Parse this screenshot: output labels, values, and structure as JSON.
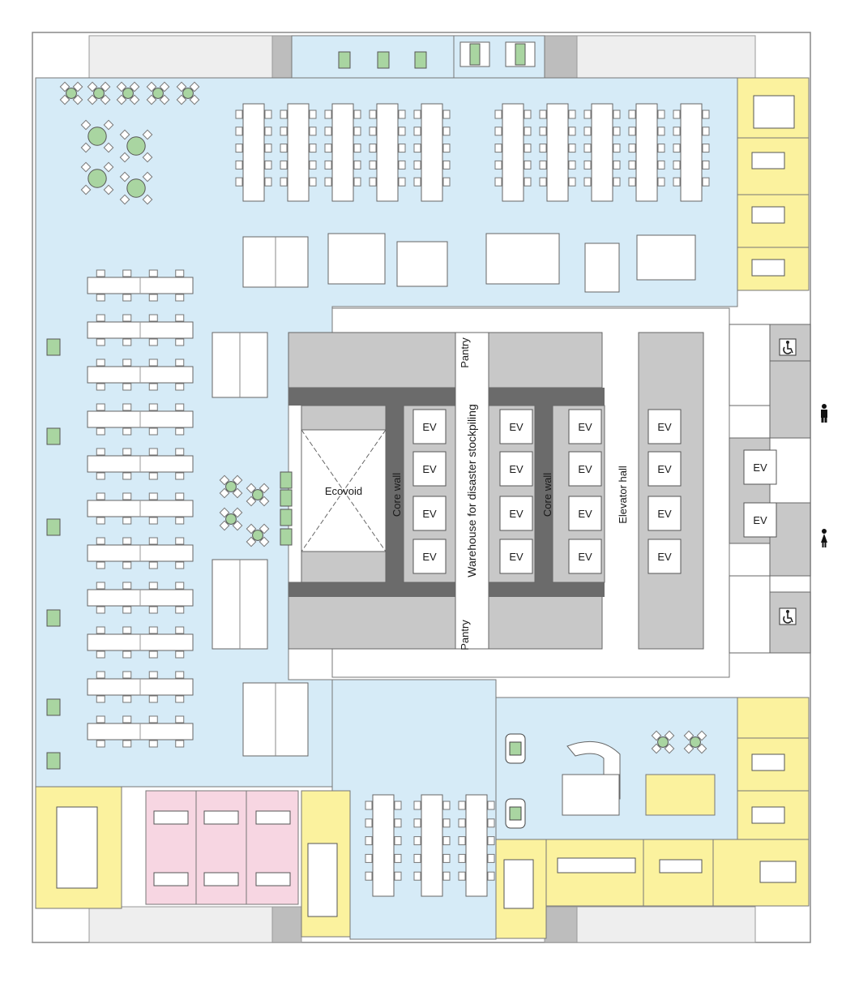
{
  "labels": {
    "ecovoid": "Ecovoid",
    "core_wall": "Core wall",
    "warehouse": "Warehouse for disaster stockpiling",
    "pantry": "Pantry",
    "elevator_hall": "Elevator hall",
    "ev": "EV"
  },
  "colors": {
    "office_zone": "#d6ebf7",
    "meeting_room": "#fbf29e",
    "pink_room": "#f7d6e2",
    "core_gray": "#c8c8c8",
    "core_wall_dark": "#6b6b6b",
    "furniture_green": "#a9d5a1",
    "line": "#555555"
  },
  "icons": [
    "accessible-toilet-icon",
    "mens-restroom-icon",
    "womens-restroom-icon"
  ]
}
